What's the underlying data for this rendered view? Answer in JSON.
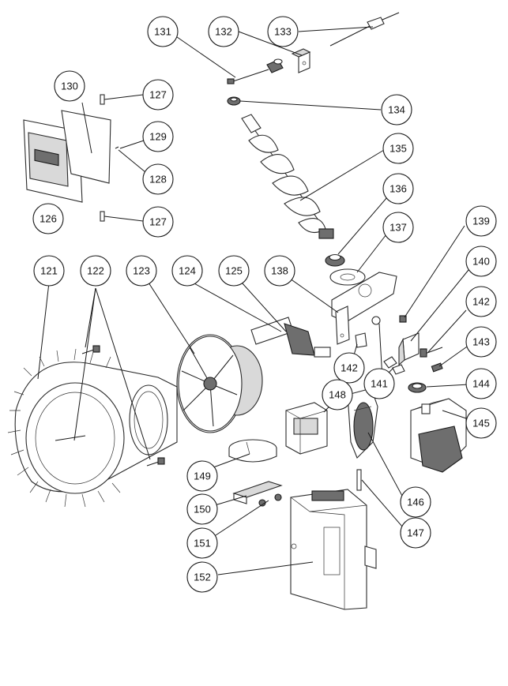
{
  "labels": {
    "l121": "121",
    "l122": "122",
    "l123": "123",
    "l124": "124",
    "l125": "125",
    "l126": "126",
    "l127a": "127",
    "l127b": "127",
    "l128": "128",
    "l129": "129",
    "l130": "130",
    "l131": "131",
    "l132": "132",
    "l133": "133",
    "l134": "134",
    "l135": "135",
    "l136": "136",
    "l137": "137",
    "l138": "138",
    "l139": "139",
    "l140": "140",
    "l141": "141",
    "l142a": "142",
    "l142b": "142",
    "l143": "143",
    "l144": "144",
    "l145": "145",
    "l146": "146",
    "l147": "147",
    "l148": "148",
    "l149": "149",
    "l150": "150",
    "l151": "151",
    "l152": "152"
  }
}
